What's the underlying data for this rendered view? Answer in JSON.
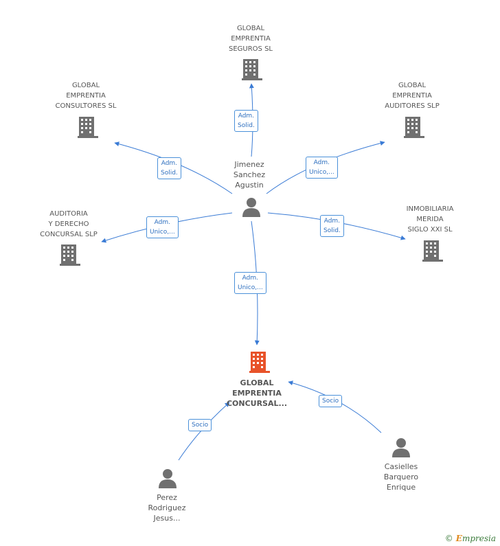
{
  "nodes": {
    "seguros": {
      "label": "GLOBAL\nEMPRENTIA\nSEGUROS SL",
      "icon": "building-icon"
    },
    "consultores": {
      "label": "GLOBAL\nEMPRENTIA\nCONSULTORES SL",
      "icon": "building-icon"
    },
    "auditores": {
      "label": "GLOBAL\nEMPRENTIA\nAUDITORES SLP",
      "icon": "building-icon"
    },
    "auditoria": {
      "label": "AUDITORIA\nY DERECHO\nCONCURSAL SLP",
      "icon": "building-icon"
    },
    "inmobiliaria": {
      "label": "INMOBILIARIA\nMERIDA\nSIGLO XXI  SL",
      "icon": "building-icon"
    },
    "jimenez": {
      "label": "Jimenez\nSanchez\nAgustin",
      "icon": "person-icon"
    },
    "focus": {
      "label": "GLOBAL\nEMPRENTIA\nCONCURSAL...",
      "icon": "building-icon",
      "color": "#e8532a"
    },
    "perez": {
      "label": "Perez\nRodriguez\nJesus...",
      "icon": "person-icon"
    },
    "casielles": {
      "label": "Casielles\nBarquero\nEnrique",
      "icon": "person-icon"
    }
  },
  "edges": {
    "to_seguros": "Adm.\nSolid.",
    "to_consultores": "Adm.\nSolid.",
    "to_auditores": "Adm.\nUnico,...",
    "to_auditoria": "Adm.\nUnico,...",
    "to_inmobiliaria": "Adm.\nSolid.",
    "to_focus": "Adm.\nUnico,...",
    "perez_focus": "Socio",
    "casielles_focus": "Socio"
  },
  "colors": {
    "edge": "#3a7bd5",
    "icon": "#707070",
    "focus": "#e8532a"
  },
  "footer": {
    "copyright": "©",
    "brand_first": "E",
    "brand_rest": "mpresia"
  }
}
